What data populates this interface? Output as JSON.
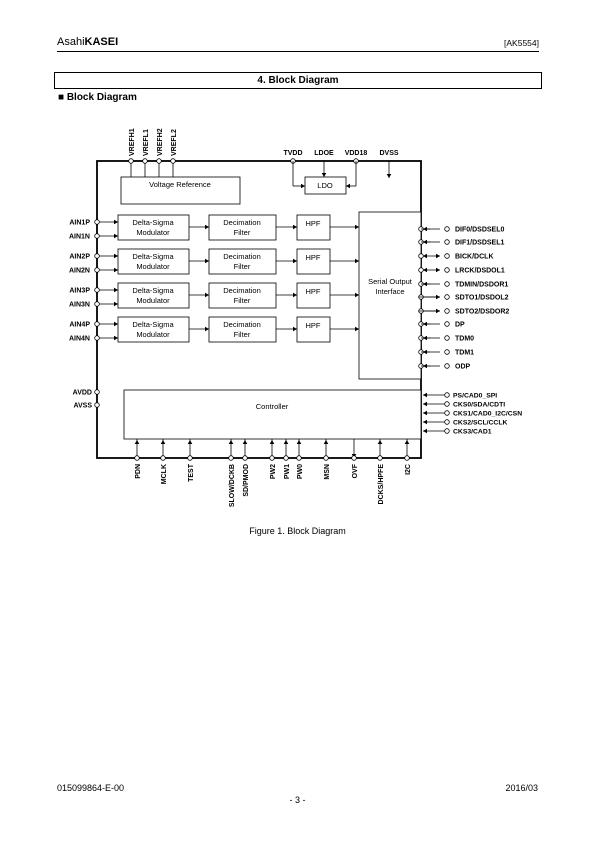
{
  "header": {
    "logo_prefix": "Asahi",
    "logo_bold": "KASEI",
    "doc_ref": "[AK5554]"
  },
  "section": {
    "title": "4. Block Diagram",
    "subheading": "■ Block Diagram"
  },
  "diagram": {
    "top_pins_left": [
      "VREFH1",
      "VREFL1",
      "VREFH2",
      "VREFL2"
    ],
    "top_pins_right": [
      "TVDD",
      "LDOE",
      "VDD18",
      "DVSS"
    ],
    "voltage_reference": "Voltage Reference",
    "ldo": "LDO",
    "channels": [
      {
        "p": "AIN1P",
        "n": "AIN1N"
      },
      {
        "p": "AIN2P",
        "n": "AIN2N"
      },
      {
        "p": "AIN3P",
        "n": "AIN3N"
      },
      {
        "p": "AIN4P",
        "n": "AIN4N"
      }
    ],
    "modulator": [
      "Delta-Sigma",
      "Modulator"
    ],
    "decimation": [
      "Decimation",
      "Filter"
    ],
    "hpf": "HPF",
    "serial_output": [
      "Serial Output",
      "Interface"
    ],
    "controller": "Controller",
    "supply_pins": [
      "AVDD",
      "AVSS"
    ],
    "right_pins": [
      "DIF0/DSDSEL0",
      "DIF1/DSDSEL1",
      "BICK/DCLK",
      "LRCK/DSDOL1",
      "TDMIN/DSDOR1",
      "SDTO1/DSDOL2",
      "SDTO2/DSDOR2",
      "DP",
      "TDM0",
      "TDM1",
      "ODP"
    ],
    "controller_pins": [
      "PS/CAD0_SPI",
      "CKS0/SDA/CDTI",
      "CKS1/CAD0_I2C/CSN",
      "CKS2/SCL/CCLK",
      "CKS3/CAD1"
    ],
    "bottom_pins": [
      "PDN",
      "MCLK",
      "TEST",
      "SLOW/DCKB",
      "SD/PMOD",
      "PW2",
      "PW1",
      "PW0",
      "MSN",
      "OVF",
      "DCKS/HPFE",
      "I2C"
    ]
  },
  "caption": "Figure 1. Block Diagram",
  "footer": {
    "doc_number": "015099864-E-00",
    "date": "2016/03",
    "page": "- 3 -"
  }
}
